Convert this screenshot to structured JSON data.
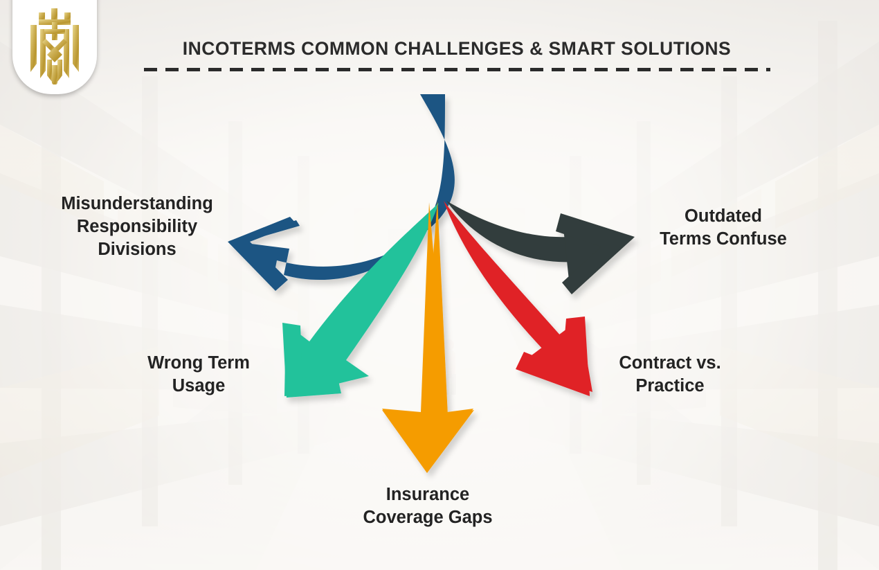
{
  "header": {
    "title": "INCOTERMS COMMON CHALLENGES & SMART SOLUTIONS",
    "logo_icon": "gold-heraldic-shield-logo",
    "divider_icon": "dashed-rule"
  },
  "theme": {
    "background": "#f5f3f0",
    "title_color": "#2b2b2b",
    "label_color": "#232323",
    "logo_gold_light": "#e8d48a",
    "logo_gold_dark": "#b8942e"
  },
  "diagram": {
    "type": "radial-arrow-burst",
    "hub_label": "",
    "branches": [
      {
        "id": "misunderstanding-responsibility-divisions",
        "label": "Misunderstanding\nResponsibility\nDivisions",
        "label_line1": "Misunderstanding",
        "label_line2": "Responsibility",
        "label_line3": "Divisions",
        "color": "#1b5583",
        "color_name": "navy-blue",
        "direction": "upper-left",
        "arrow_icon": "curved-arrow-left"
      },
      {
        "id": "wrong-term-usage",
        "label": "Wrong Term\nUsage",
        "label_line1": "Wrong Term",
        "label_line2": "Usage",
        "color": "#21c29b",
        "color_name": "teal-green",
        "direction": "lower-left",
        "arrow_icon": "curved-arrow-down-left"
      },
      {
        "id": "insurance-coverage-gaps",
        "label": "Insurance\nCoverage Gaps",
        "label_line1": "Insurance",
        "label_line2": "Coverage Gaps",
        "color": "#f59c00",
        "color_name": "orange",
        "direction": "down",
        "arrow_icon": "straight-arrow-down"
      },
      {
        "id": "contract-vs-practice",
        "label": "Contract vs.\nPractice",
        "label_line1": "Contract vs.",
        "label_line2": "Practice",
        "color": "#e02328",
        "color_name": "red",
        "direction": "lower-right",
        "arrow_icon": "curved-arrow-down-right"
      },
      {
        "id": "outdated-terms-confuse",
        "label": "Outdated\nTerms Confuse",
        "label_line1": "Outdated",
        "label_line2": "Terms Confuse",
        "color": "#333e3c",
        "color_name": "dark-charcoal",
        "direction": "upper-right",
        "arrow_icon": "curved-arrow-up-right"
      }
    ]
  }
}
